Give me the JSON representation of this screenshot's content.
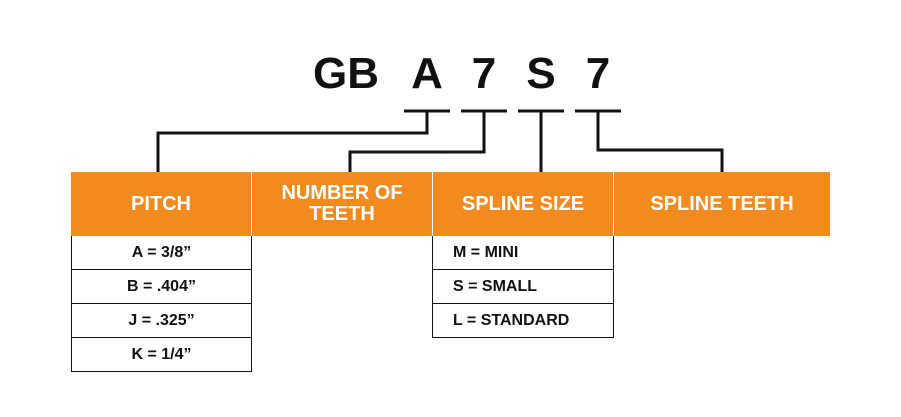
{
  "code": [
    "GB",
    "A",
    "7",
    "S",
    "7"
  ],
  "columns": [
    {
      "title": "PITCH",
      "options": [
        "A = 3/8”",
        "B = .404”",
        "J = .325”",
        "K = 1/4”"
      ]
    },
    {
      "title": "NUMBER OF TEETH",
      "options": []
    },
    {
      "title": "SPLINE SIZE",
      "options": [
        "M = MINI",
        "S = SMALL",
        "L = STANDARD"
      ]
    },
    {
      "title": "SPLINE TEETH",
      "options": []
    }
  ],
  "colors": {
    "header_bg": "#f28b1f",
    "header_text": "#ffffff",
    "line": "#111111"
  }
}
